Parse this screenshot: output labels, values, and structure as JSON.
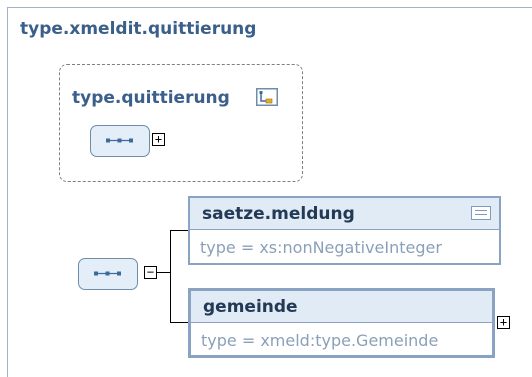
{
  "diagram": {
    "root_title": "type.xmeldit.quittierung",
    "group": {
      "title": "type.quittierung",
      "type_icon": "complex-type-icon",
      "sequence_icon": "sequence-icon",
      "expander": "+"
    },
    "sequence": {
      "icon": "sequence-icon",
      "expander": "−"
    },
    "elements": [
      {
        "name": "saetze.meldung",
        "type": "type = xs:nonNegativeInteger",
        "icon": "documentation-icon"
      },
      {
        "name": "gemeinde",
        "type": "type = xmeld:type.Gemeinde",
        "expander": "+"
      }
    ]
  }
}
